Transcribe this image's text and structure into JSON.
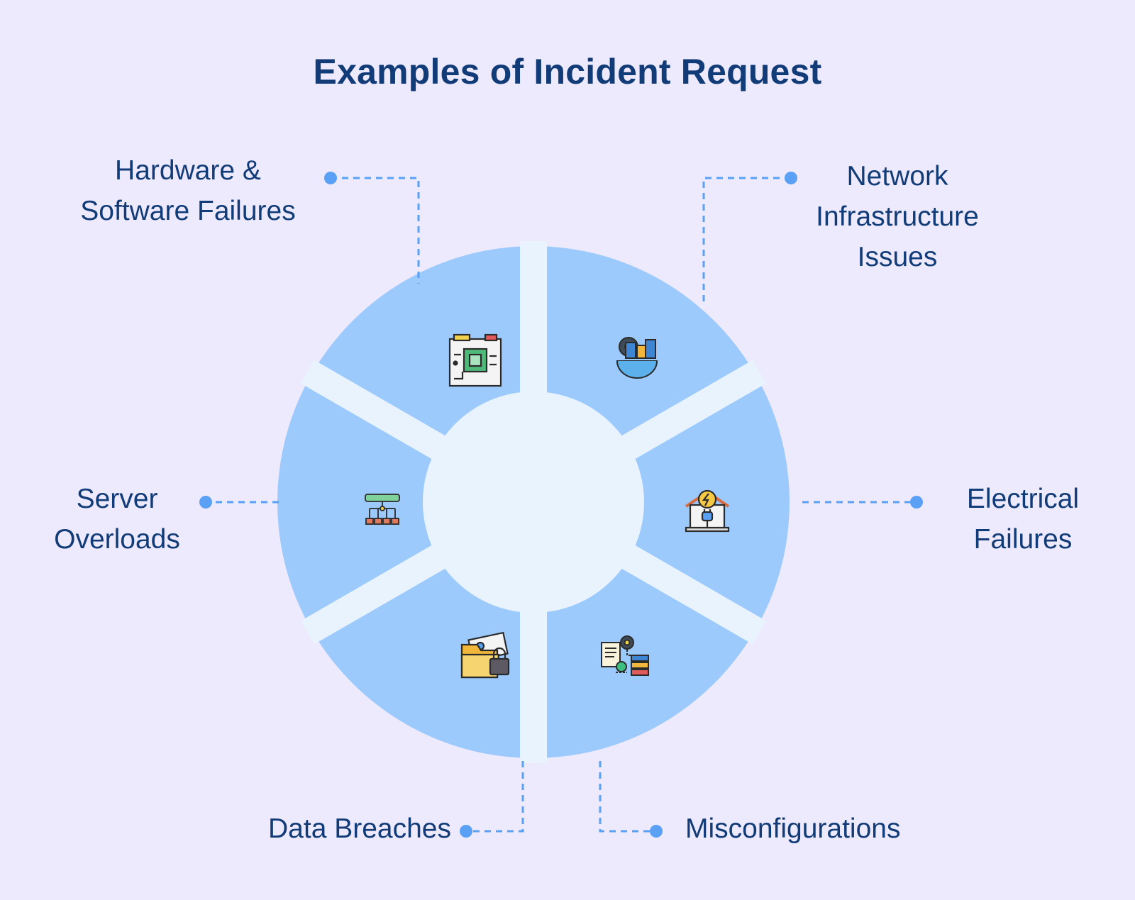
{
  "title": "Examples of Incident Request",
  "colors": {
    "background": "#eeeafd",
    "segment": "#9ccafd",
    "gap": "#e8f3fd",
    "text": "#123c78",
    "connector": "#5aa0f4"
  },
  "items": [
    {
      "label": "Hardware &\nSoftware Failures",
      "icon": "motherboard-icon"
    },
    {
      "label": "Network\nInfrastructure\nIssues",
      "icon": "globe-city-gear-icon"
    },
    {
      "label": "Electrical\nFailures",
      "icon": "power-house-icon"
    },
    {
      "label": "Misconfigurations",
      "icon": "config-document-gear-icon"
    },
    {
      "label": "Data Breaches",
      "icon": "locked-folder-id-icon"
    },
    {
      "label": "Server\nOverloads",
      "icon": "server-network-icon"
    }
  ]
}
